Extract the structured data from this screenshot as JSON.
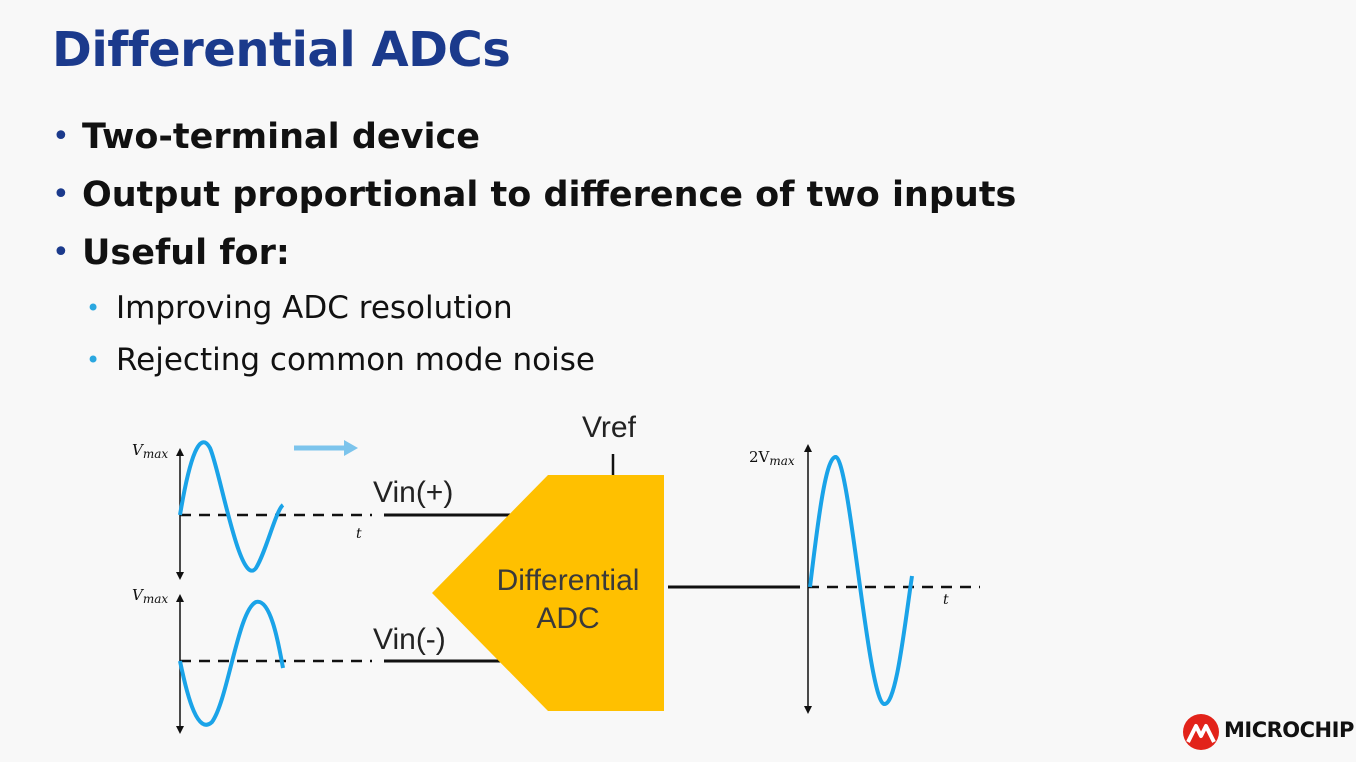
{
  "slide": {
    "title": "Differential ADCs",
    "bullets": [
      "Two-terminal device",
      "Output proportional to difference of two inputs",
      "Useful for:"
    ],
    "sub_bullets": [
      "Improving ADC resolution",
      "Rejecting common mode noise"
    ]
  },
  "diagram": {
    "vref_label": "Vref",
    "vin_plus_label": "Vin(+)",
    "vin_minus_label": "Vin(-)",
    "adc_label_line1": "Differential",
    "adc_label_line2": "ADC",
    "vmax_top": "V",
    "vmax_top_sub": "max",
    "vmax_bottom": "V",
    "vmax_bottom_sub": "max",
    "out_vmax_prefix": "2V",
    "out_vmax_sub": "max",
    "t_top": "t",
    "t_out": "t",
    "colors": {
      "wave": "#1aa3e8",
      "arrow": "#7cc4ec",
      "adc_fill": "#ffc000",
      "title": "#1b3a8c",
      "logo_red": "#e2231a"
    }
  },
  "logo": {
    "text": "MICROCHIP",
    "icon": "microchip-logo-icon"
  }
}
